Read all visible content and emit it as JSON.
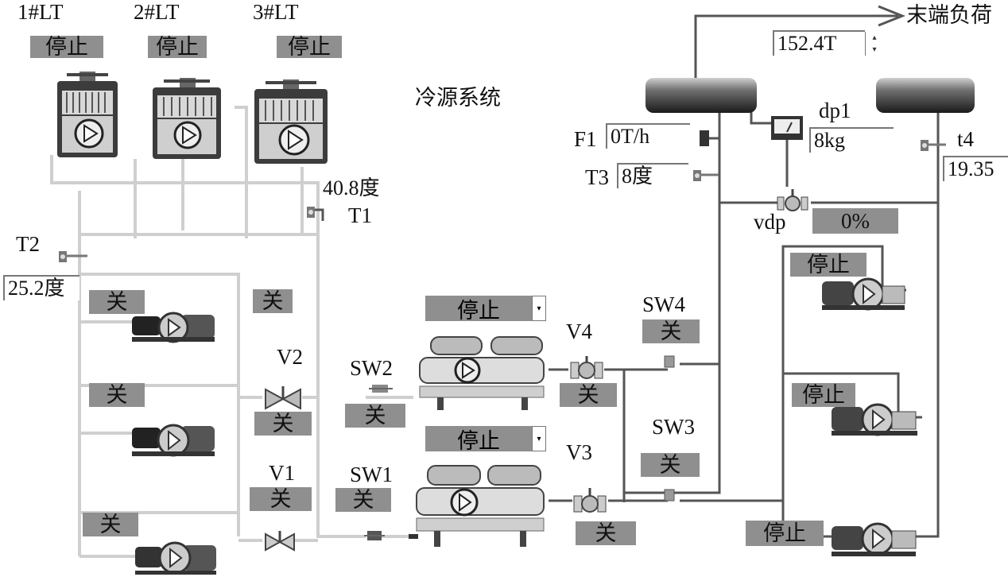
{
  "title": "冷源系统",
  "load_label": "末端负荷",
  "load_value": "152.4T",
  "towers": [
    {
      "name": "1#LT",
      "status": "停止"
    },
    {
      "name": "2#LT",
      "status": "停止"
    },
    {
      "name": "3#LT",
      "status": "停止"
    }
  ],
  "sensors": {
    "t1_label": "T1",
    "t1_value": "40.8度",
    "t2_label": "T2",
    "t2_value": "25.2度",
    "t3_label": "T3",
    "t3_value": "8度",
    "t4_label": "t4",
    "t4_value": "19.35",
    "f1_label": "F1",
    "f1_value": "0T/h",
    "dp1_label": "dp1",
    "dp1_value": "8kg",
    "vdp_label": "vdp",
    "vdp_value": "0%"
  },
  "cooling_pumps": [
    {
      "status": "关"
    },
    {
      "status": "关"
    },
    {
      "status": "关"
    }
  ],
  "valves": {
    "v1_label": "V1",
    "v1_status": "关",
    "v2_label": "V2",
    "v2_status": "关",
    "v3_label": "V3",
    "v3_status": "关",
    "v4_label": "V4",
    "v4_status": "关",
    "t1_side_status": "关"
  },
  "switches": {
    "sw1_label": "SW1",
    "sw1_status": "关",
    "sw2_label": "SW2",
    "sw2_status": "关",
    "sw3_label": "SW3",
    "sw3_status": "关",
    "sw4_label": "SW4",
    "sw4_status": "关"
  },
  "chillers": [
    {
      "status": "停止"
    },
    {
      "status": "停止"
    }
  ],
  "chilled_pumps": [
    {
      "status": "停止"
    },
    {
      "status": "停止"
    },
    {
      "status": "停止"
    }
  ],
  "colors": {
    "pipe_light": "#c8c8c8",
    "pipe_dark": "#555555",
    "button_gray": "#8f8f8f"
  }
}
